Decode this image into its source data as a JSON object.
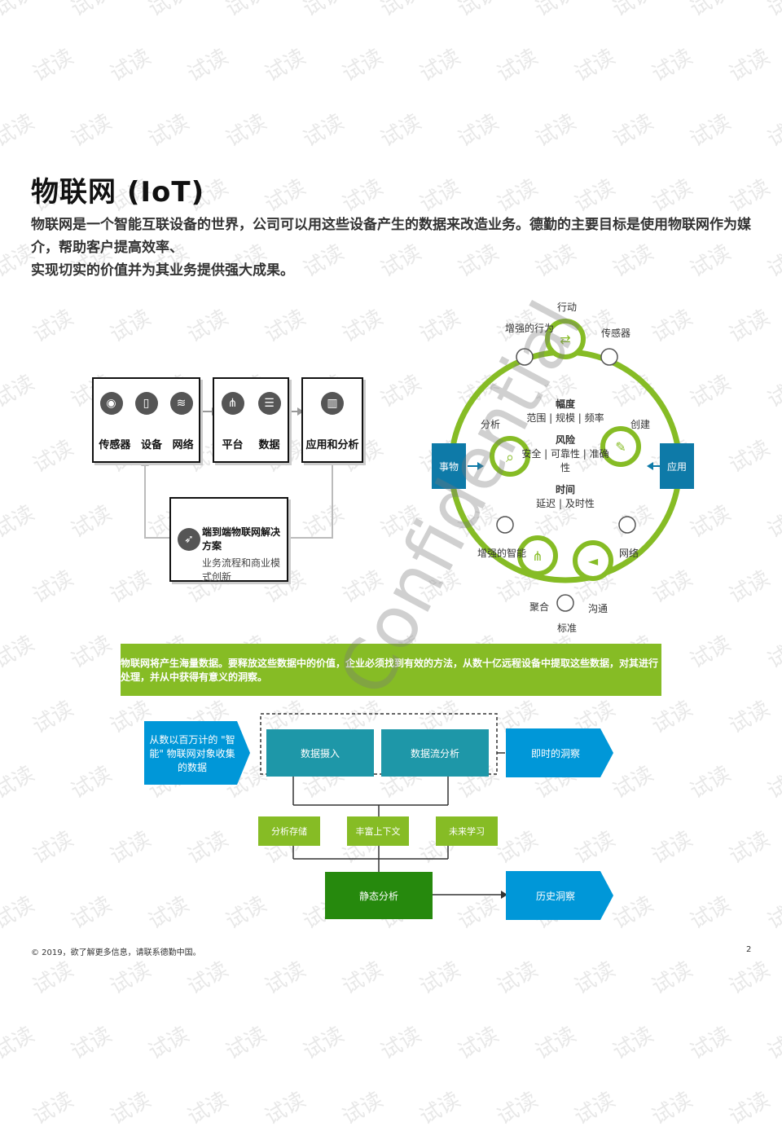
{
  "page": {
    "title": "物联网 (IoT)",
    "intro_line1": "物联网是一个智能互联设备的世界，公司可以用这些设备产生的数据来改造业务。德勤的主要目标是使用物联网作为媒介，帮助客户提高效率、",
    "intro_line2": "实现切实的价值并为其业务提供强大成果。"
  },
  "flow": {
    "box1": [
      "传感器",
      "设备",
      "网络"
    ],
    "box2": [
      "平台",
      "数据"
    ],
    "box3": [
      "应用和分析"
    ],
    "e2e_title": "端到端物联网解决方案",
    "e2e_sub": "业务流程和商业模式创新"
  },
  "cycle": {
    "left_box": "事物",
    "right_box": "应用",
    "nodes": {
      "action": "行动",
      "sensor": "传感器",
      "enhanced_behavior": "增强的行为",
      "analysis": "分析",
      "create": "创建",
      "network": "网络",
      "enhanced_intel": "增强的智能",
      "aggregate": "聚合",
      "standard": "标准",
      "communicate": "沟通"
    },
    "center": {
      "h1": "幅度",
      "s1": "范围 | 规模 | 频率",
      "h2": "风险",
      "s2": "安全 | 可靠性 | 准确性",
      "h3": "时间",
      "s3": "延迟 | 及时性"
    }
  },
  "data_flow": {
    "banner": "物联网将产生海量数据。要释放这些数据中的价值，企业必须找到有效的方法，从数十亿远程设备中提取这些数据，对其进行处理，并从中获得有意义的洞察。",
    "source": "从数以百万计的 \"智能\" 物联网对象收集的数据",
    "ingest": "数据摄入",
    "stream": "数据流分析",
    "realtime": "即时的洞察",
    "storage": "分析存储",
    "context": "丰富上下文",
    "ml": "未来学习",
    "static": "静态分析",
    "history": "历史洞察"
  },
  "watermark": {
    "text": "试读",
    "confidential": "Confidential"
  },
  "footer": {
    "left": "© 2019，欲了解更多信息，请联系德勤中国。",
    "page_number": "2"
  },
  "colors": {
    "green": "#86bc25",
    "dark_green": "#26890d",
    "teal": "#1e97a8",
    "blue": "#0097d8",
    "dark_blue": "#0e7aa8"
  }
}
